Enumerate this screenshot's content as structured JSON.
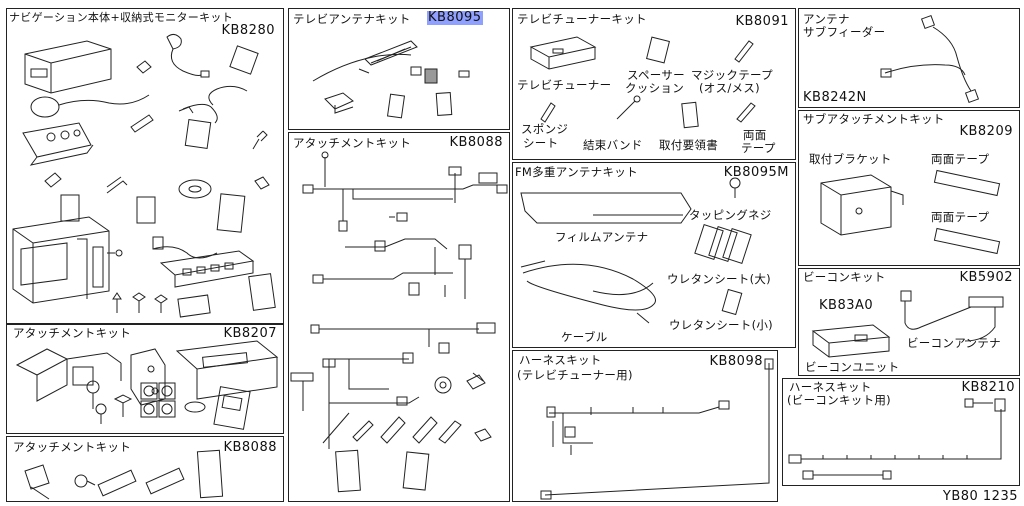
{
  "panels": {
    "nav": {
      "title": "ナビゲーション本体+収納式モニターキット",
      "code": "KB8280"
    },
    "attach_kb8207": {
      "title": "アタッチメントキット",
      "code": "KB8207"
    },
    "attach_kb8088_small": {
      "title": "アタッチメントキット",
      "code": "KB8088"
    },
    "tv_antenna": {
      "title": "テレビアンテナキット",
      "code": "KB8095"
    },
    "attach_kb8088_main": {
      "title": "アタッチメントキット",
      "code": "KB8088"
    },
    "tv_tuner": {
      "title": "テレビチューナーキット",
      "code": "KB8091",
      "labels": {
        "tuner": "テレビチューナー",
        "spacer": "スペーサー",
        "cushion": "クッション",
        "magic_tape": "マジックテープ",
        "magic_tape_sub": "(オス/メス)",
        "sponge_1": "スポンジ",
        "sponge_2": "シート",
        "band": "結束バンド",
        "manual": "取付要領書",
        "tape_1": "両面",
        "tape_2": "テープ"
      }
    },
    "fm_antenna": {
      "title": "FM多重アンテナキット",
      "code": "KB8095M",
      "labels": {
        "tapping_screw": "タッピングネジ",
        "film_antenna": "フィルムアンテナ",
        "urethane_large": "ウレタンシート(大)",
        "urethane_small": "ウレタンシート(小)",
        "cable": "ケーブル"
      }
    },
    "harness_tv": {
      "title": "ハーネスキット",
      "subtitle": "(テレビチューナー用)",
      "code": "KB8098"
    },
    "antenna_feeder": {
      "title_1": "アンテナ",
      "title_2": "サブフィーダー",
      "code": "KB8242N"
    },
    "sub_attach": {
      "title": "サブアタッチメントキット",
      "code": "KB8209",
      "labels": {
        "bracket": "取付ブラケット",
        "tape_1": "両面テープ",
        "tape_2": "両面テープ"
      }
    },
    "beacon": {
      "title": "ビーコンキット",
      "code": "KB5902",
      "labels": {
        "model": "KB83A0",
        "unit": "ビーコンユニット",
        "antenna": "ビーコンアンテナ"
      }
    },
    "harness_beacon": {
      "title": "ハーネスキット",
      "subtitle": "(ビーコンキット用)",
      "code": "KB8210"
    }
  },
  "footer": "YB80 1235"
}
